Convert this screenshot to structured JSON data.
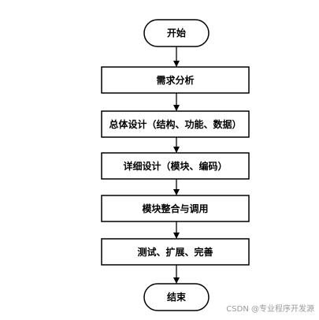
{
  "flowchart": {
    "start": "开始",
    "steps": [
      "需求分析",
      "总体设计（结构、功能、数据）",
      "详细设计（模块、编码）",
      "模块整合与调用",
      "测试、扩展、完善"
    ],
    "end": "结束"
  },
  "watermark": "CSDN @专业程序开发源"
}
